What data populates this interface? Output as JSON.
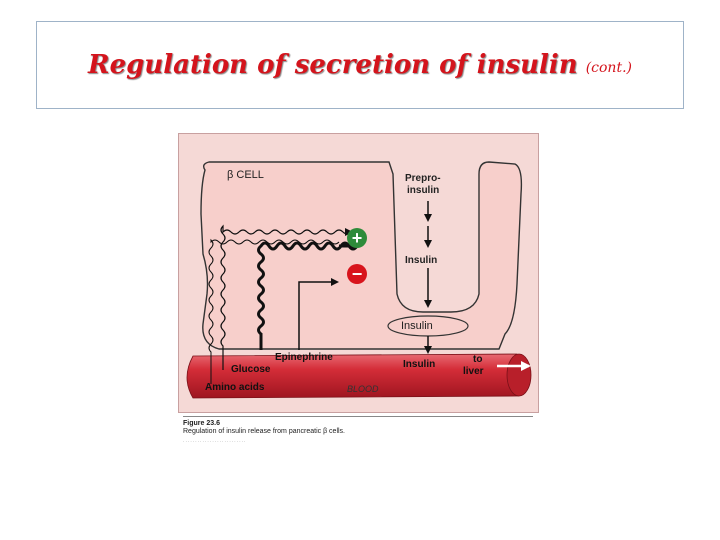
{
  "title": {
    "main": "Regulation of secretion of insulin",
    "sub": "(cont.)"
  },
  "diagram": {
    "cell_label": "β CELL",
    "preproinsulin": [
      "Prepro-",
      "insulin"
    ],
    "insulin_mid": "Insulin",
    "insulin_granule": "Insulin",
    "insulin_blood": "Insulin",
    "to_liver": [
      "to",
      "liver"
    ],
    "epinephrine": "Epinephrine",
    "glucose": "Glucose",
    "amino_acids": "Amino acids",
    "blood": "BLOOD",
    "plus_sign": "+",
    "minus_sign": "−"
  },
  "caption": {
    "figure_label": "Figure 23.6",
    "text": "Regulation of insulin release from pancreatic β cells."
  },
  "colors": {
    "title": "#d4141c",
    "cell_fill": "#f6cfcc",
    "vessel": "#c9252f",
    "plus": "#2e8b3a",
    "minus": "#d8141c"
  }
}
